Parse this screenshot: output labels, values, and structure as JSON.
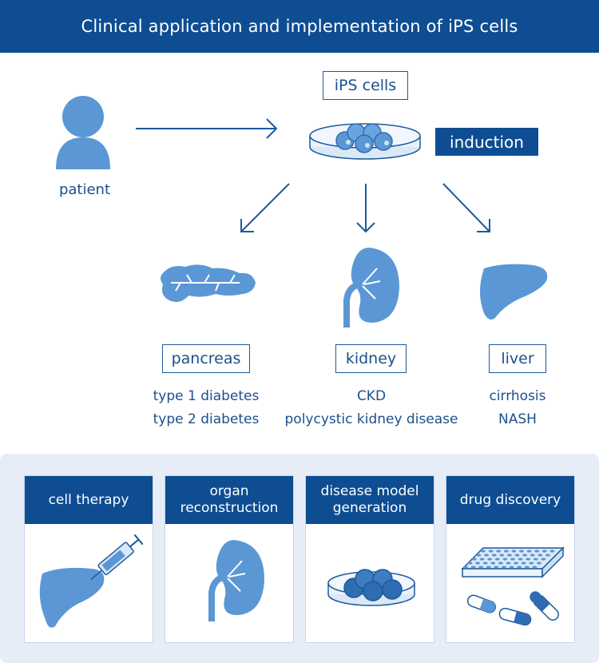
{
  "header": {
    "title": "Clinical application and implementation of iPS cells"
  },
  "top": {
    "patient_label": "patient",
    "ips_label": "iPS cells",
    "induction_label": "induction"
  },
  "organs": [
    {
      "name": "pancreas",
      "diseases": [
        "type 1 diabetes",
        "type 2 diabetes"
      ]
    },
    {
      "name": "kidney",
      "diseases": [
        "CKD",
        "polycystic kidney disease"
      ]
    },
    {
      "name": "liver",
      "diseases": [
        "cirrhosis",
        "NASH"
      ]
    }
  ],
  "applications": [
    {
      "title": "cell therapy",
      "icon": "liver-syringe-icon"
    },
    {
      "title": "organ reconstruction",
      "icon": "kidney-icon"
    },
    {
      "title": "disease model generation",
      "icon": "petri-dish-icon"
    },
    {
      "title": "drug discovery",
      "icon": "well-plate-capsules-icon"
    }
  ],
  "colors": {
    "primary": "#0e4d92",
    "icon_fill": "#5b97d5",
    "panel_bg": "#e6edf6"
  }
}
